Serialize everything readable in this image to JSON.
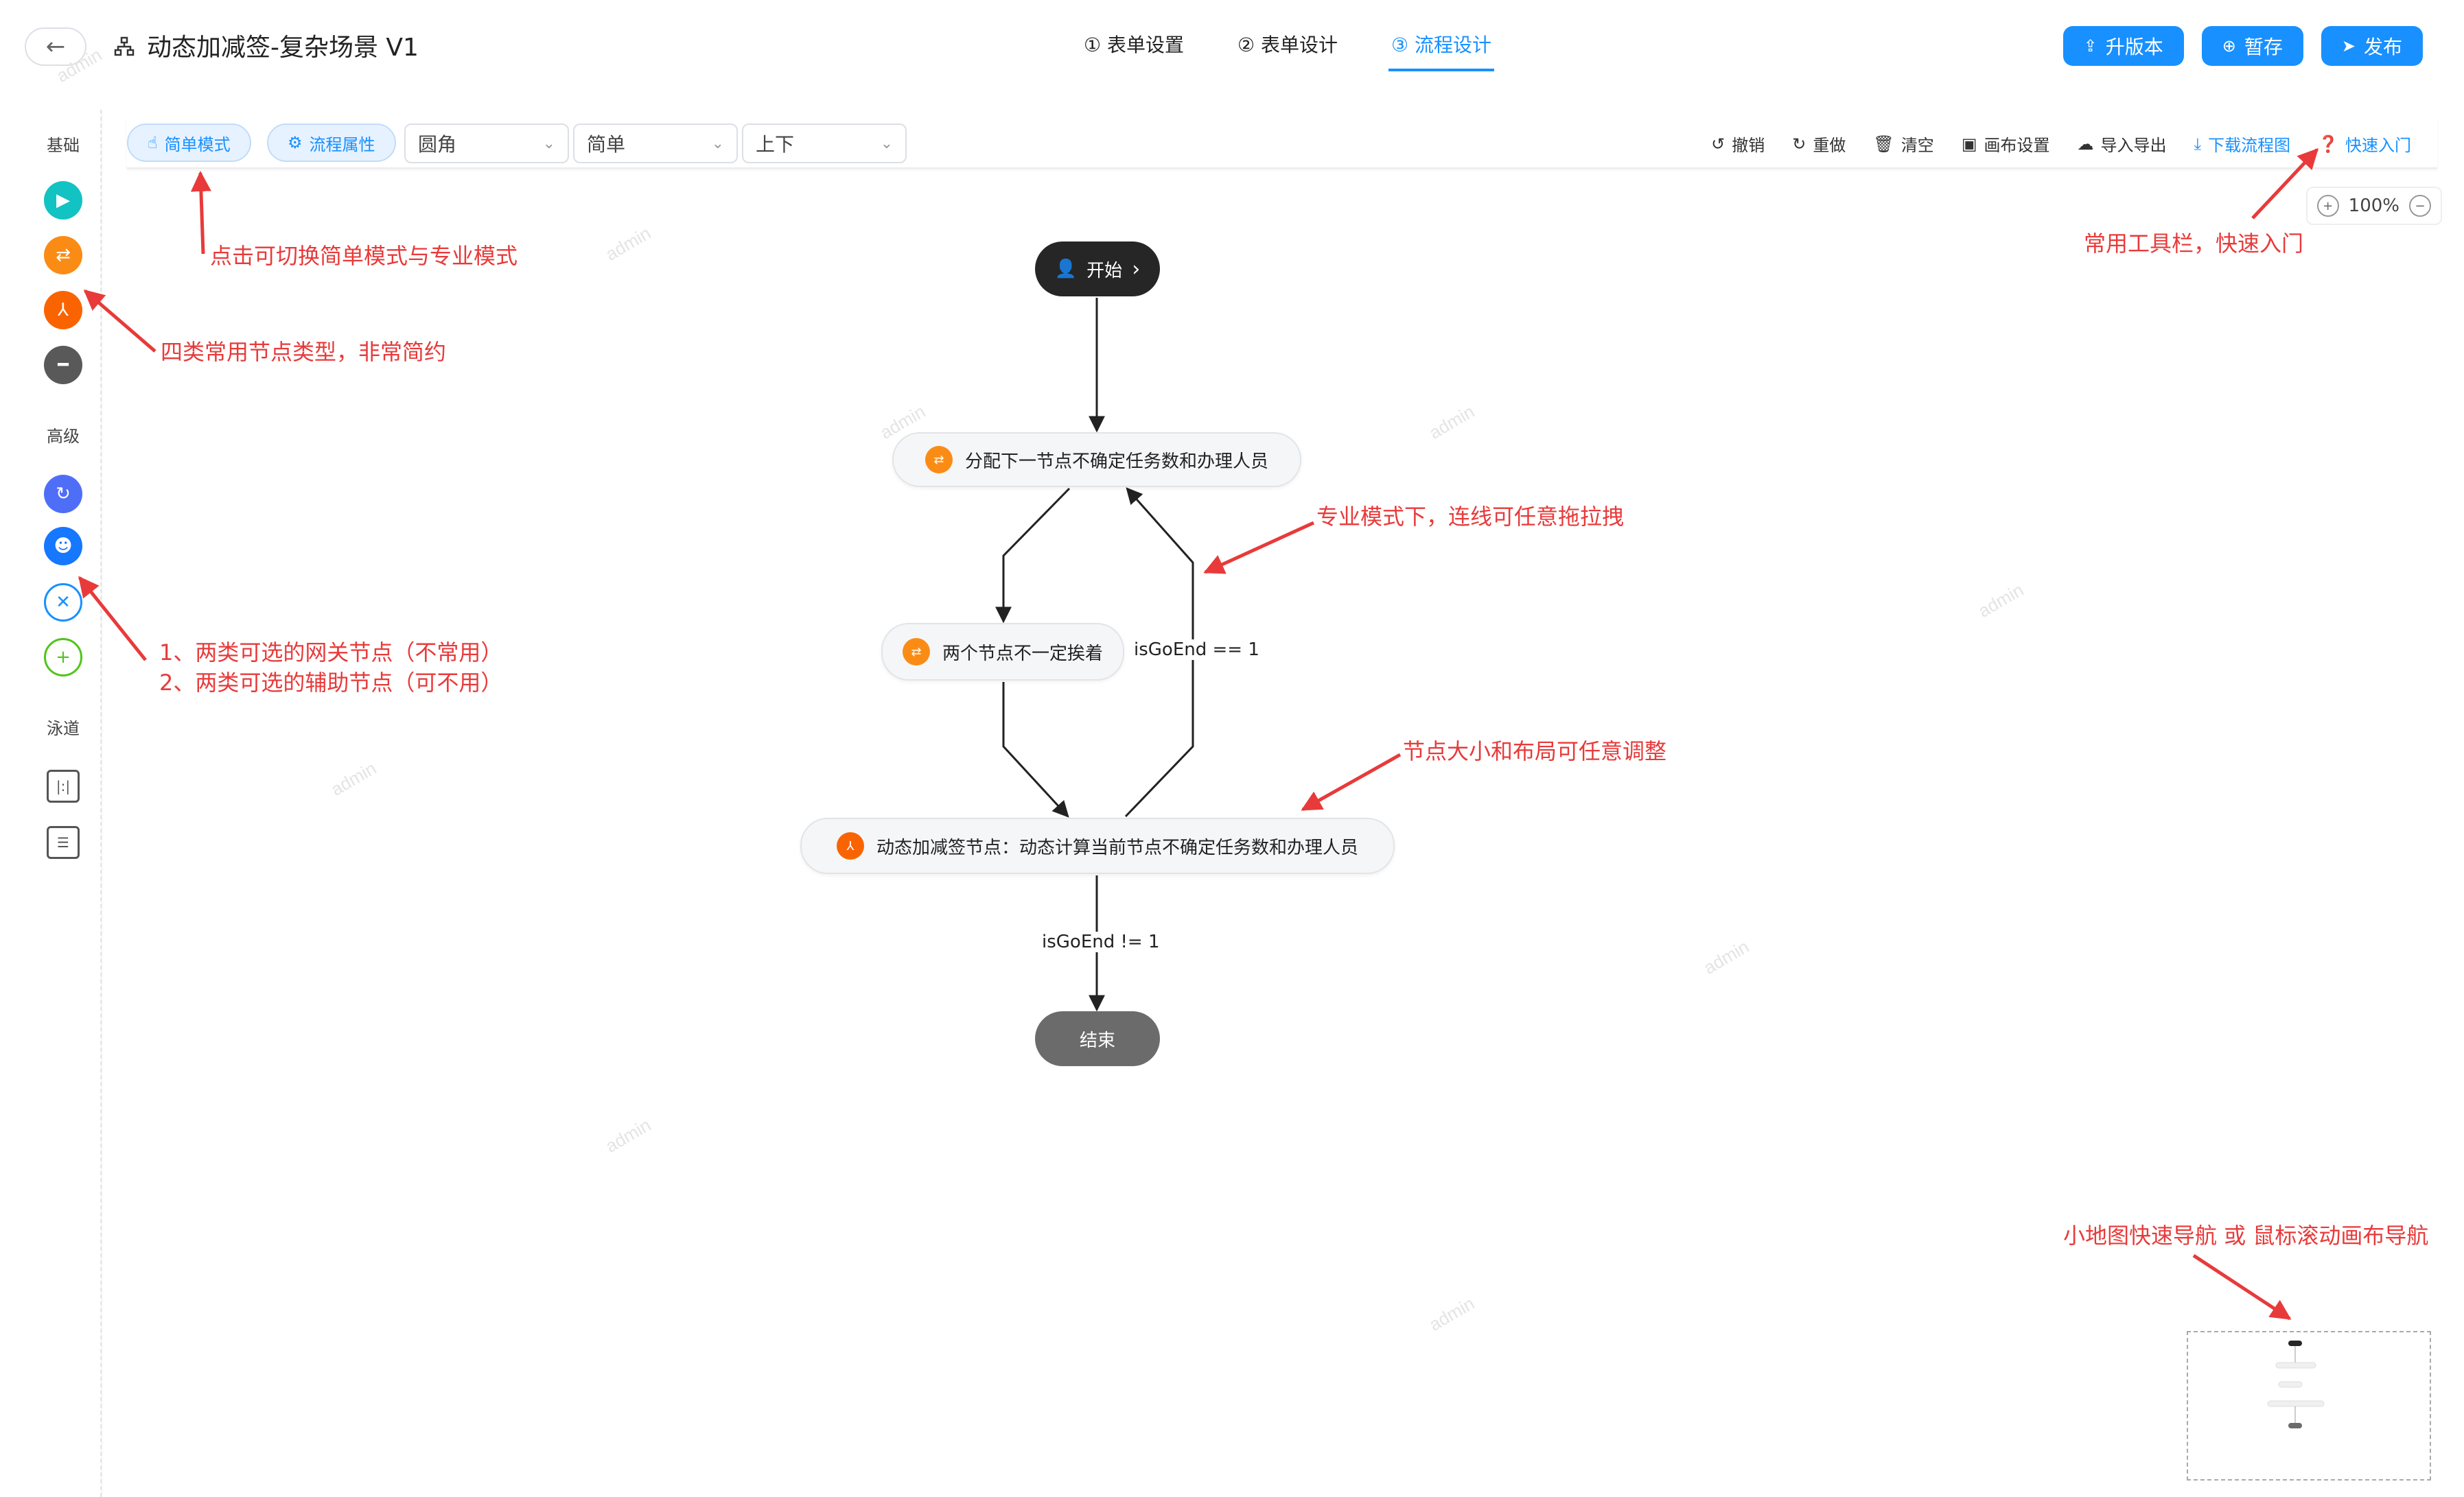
{
  "header": {
    "back_label": "←",
    "title": "动态加减签-复杂场景 V1",
    "steps": [
      {
        "label": "① 表单设置"
      },
      {
        "label": "② 表单设计"
      },
      {
        "label": "③ 流程设计"
      }
    ],
    "actions": {
      "upgrade": "升版本",
      "save": "暂存",
      "publish": "发布"
    }
  },
  "palette": {
    "basic_label": "基础",
    "advanced_label": "高级",
    "lane_label": "泳道"
  },
  "toolbar": {
    "simple_mode": "简单模式",
    "flow_props": "流程属性",
    "select_corner": "圆角",
    "select_style": "简单",
    "select_direction": "上下",
    "tools": {
      "undo": "撤销",
      "redo": "重做",
      "clear": "清空",
      "canvas_settings": "画布设置",
      "import_export": "导入导出",
      "download": "下载流程图",
      "quick_start": "快速入门"
    },
    "zoom_level": "100%"
  },
  "flow": {
    "start": "开始",
    "node1": "分配下一节点不确定任务数和办理人员",
    "node2": "两个节点不一定挨着",
    "node3": "动态加减签节点：动态计算当前节点不确定任务数和办理人员",
    "end": "结束",
    "edge_loop_label": "isGoEnd == 1",
    "edge_end_label": "isGoEnd != 1"
  },
  "annotations": {
    "mode_switch": "点击可切换简单模式与专业模式",
    "node_types": "四类常用节点类型，非常简约",
    "toolbar": "常用工具栏，快速入门",
    "drag_lines": "专业模式下，连线可任意拖拉拽",
    "gateway_line1": "1、两类可选的网关节点（不常用）",
    "gateway_line2": "2、两类可选的辅助节点（可不用）",
    "resize": "节点大小和布局可任意调整",
    "minimap": "小地图快速导航 或 鼠标滚动画布导航"
  },
  "watermark": "admin",
  "colors": {
    "primary": "#1890ff",
    "annotation": "#e83a3a",
    "start_node": "#262626",
    "end_node": "#6b6b6b",
    "palette_start": "#13c2c2",
    "palette_task": "#fa8c16",
    "palette_countersign": "#fa6400",
    "palette_end": "#595959",
    "palette_gateway1": "#4f6ef7",
    "palette_gateway2": "#1677ff",
    "palette_aux_x": "#1890ff",
    "palette_aux_plus": "#52c41a"
  }
}
